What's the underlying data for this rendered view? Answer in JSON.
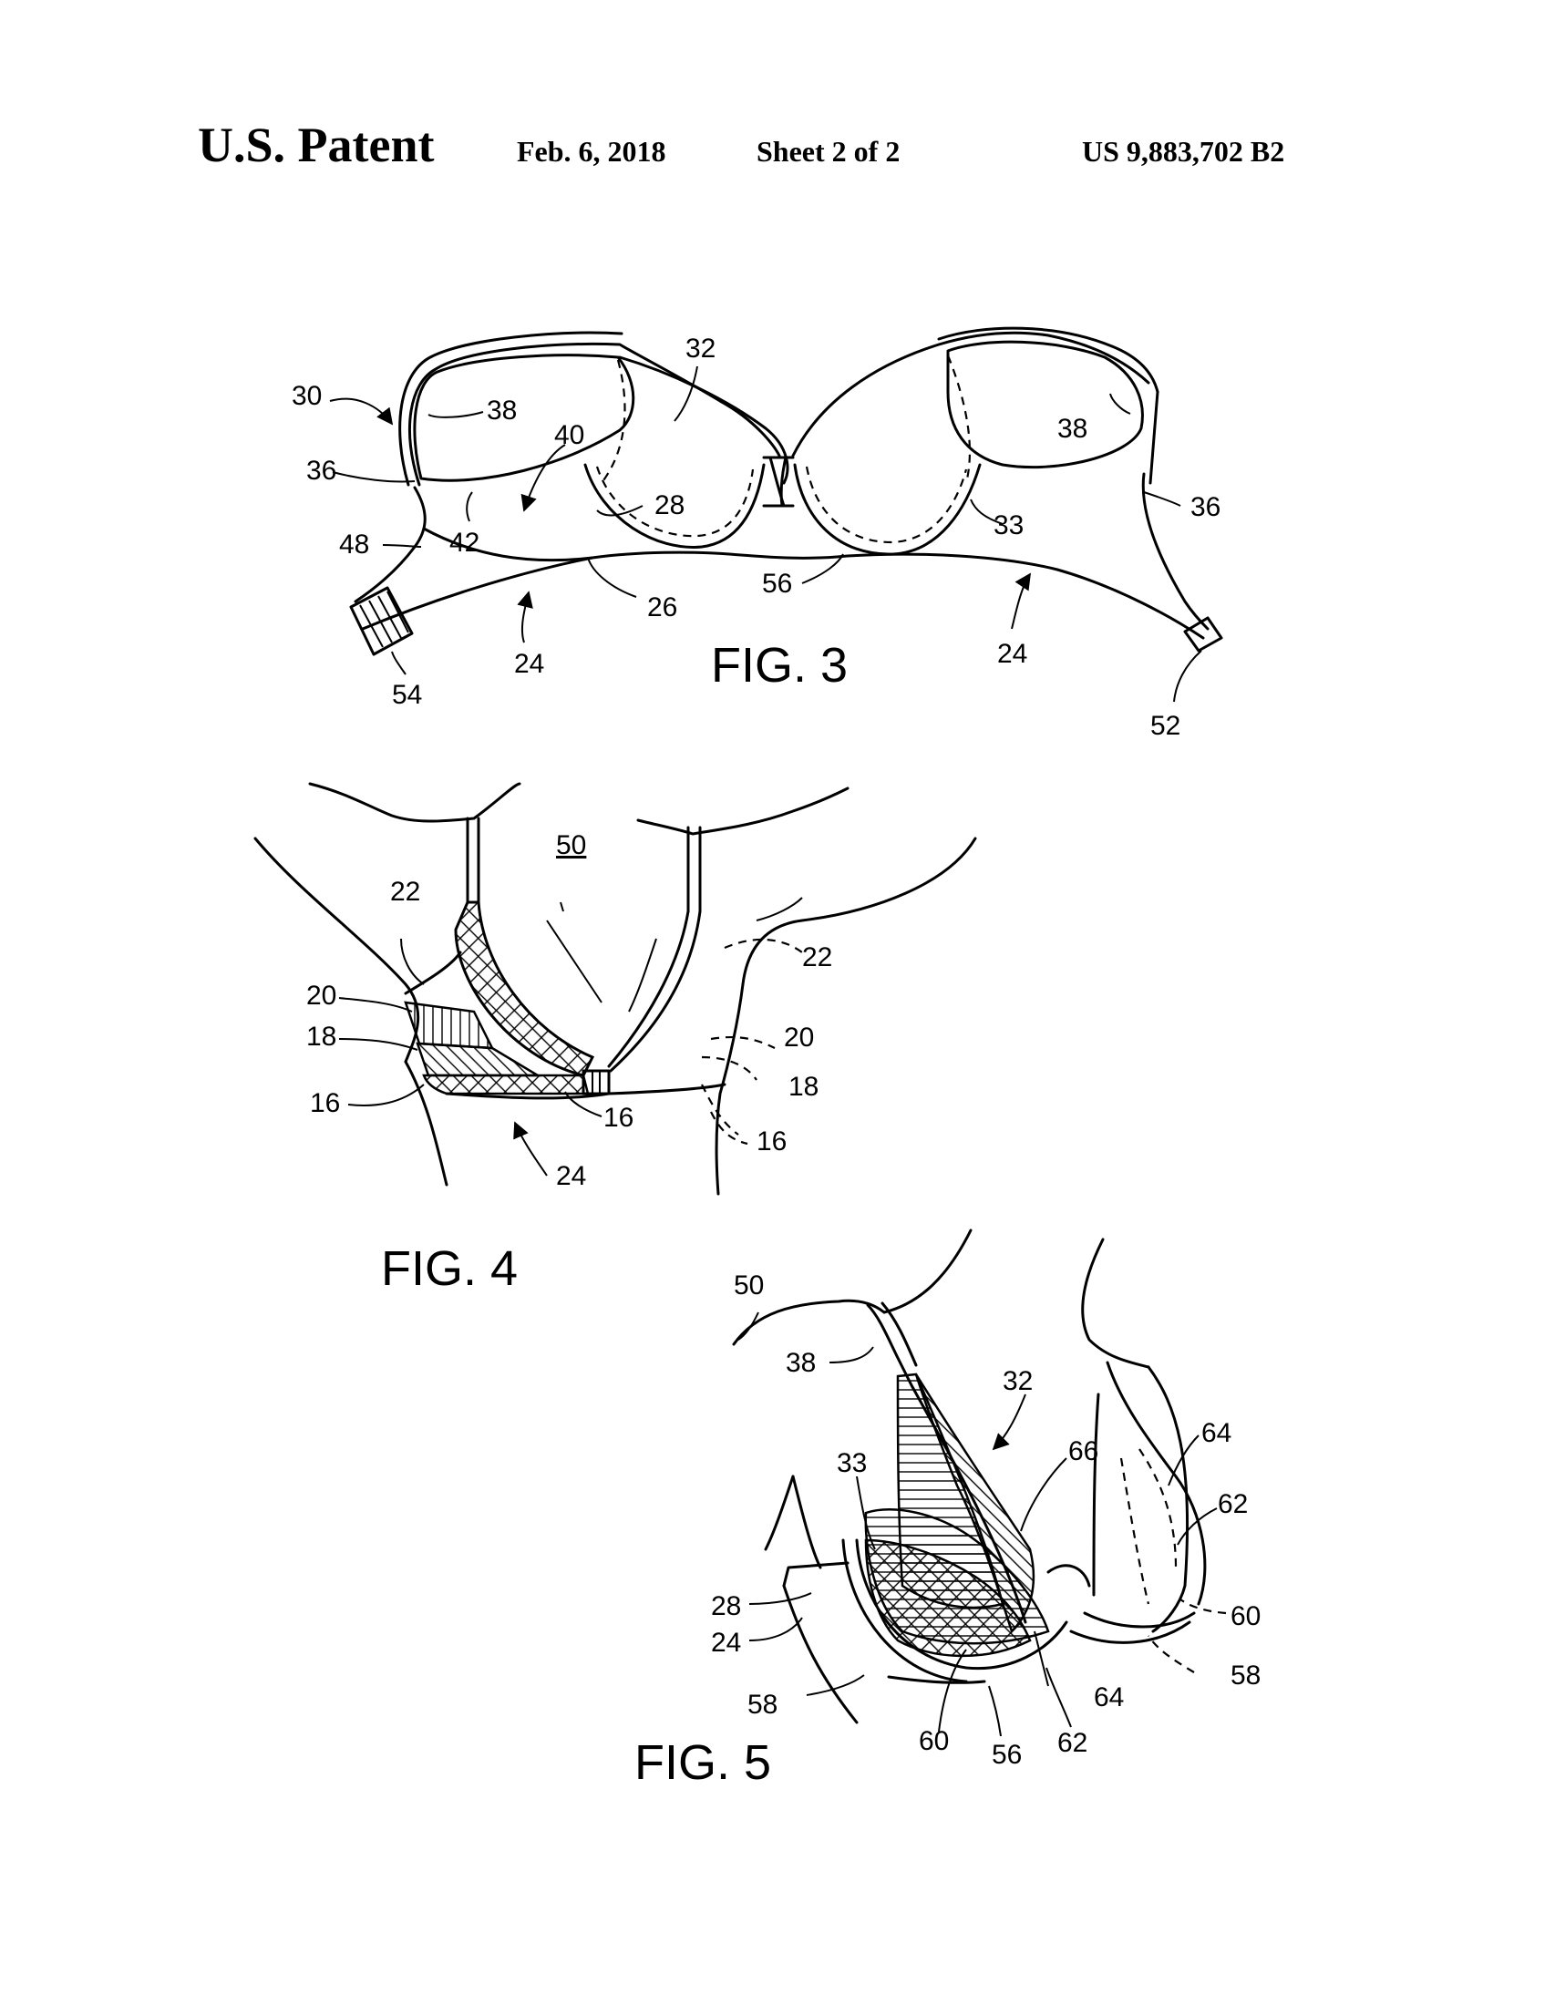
{
  "header": {
    "title": "U.S. Patent",
    "date": "Feb. 6, 2018",
    "sheet": "Sheet 2 of 2",
    "patent_number": "US 9,883,702 B2"
  },
  "figures": {
    "fig3": {
      "caption": "FIG. 3",
      "labels": [
        "30",
        "38",
        "32",
        "40",
        "36",
        "42",
        "28",
        "48",
        "38",
        "33",
        "36",
        "26",
        "56",
        "24",
        "54",
        "24",
        "52"
      ]
    },
    "fig4": {
      "caption": "FIG. 4",
      "labels": [
        "50",
        "22",
        "20",
        "18",
        "16",
        "16",
        "24",
        "22",
        "20",
        "18",
        "16"
      ]
    },
    "fig5": {
      "caption": "FIG. 5",
      "labels": [
        "50",
        "38",
        "32",
        "33",
        "66",
        "64",
        "62",
        "28",
        "24",
        "60",
        "58",
        "64",
        "58",
        "60",
        "56",
        "62"
      ]
    }
  }
}
